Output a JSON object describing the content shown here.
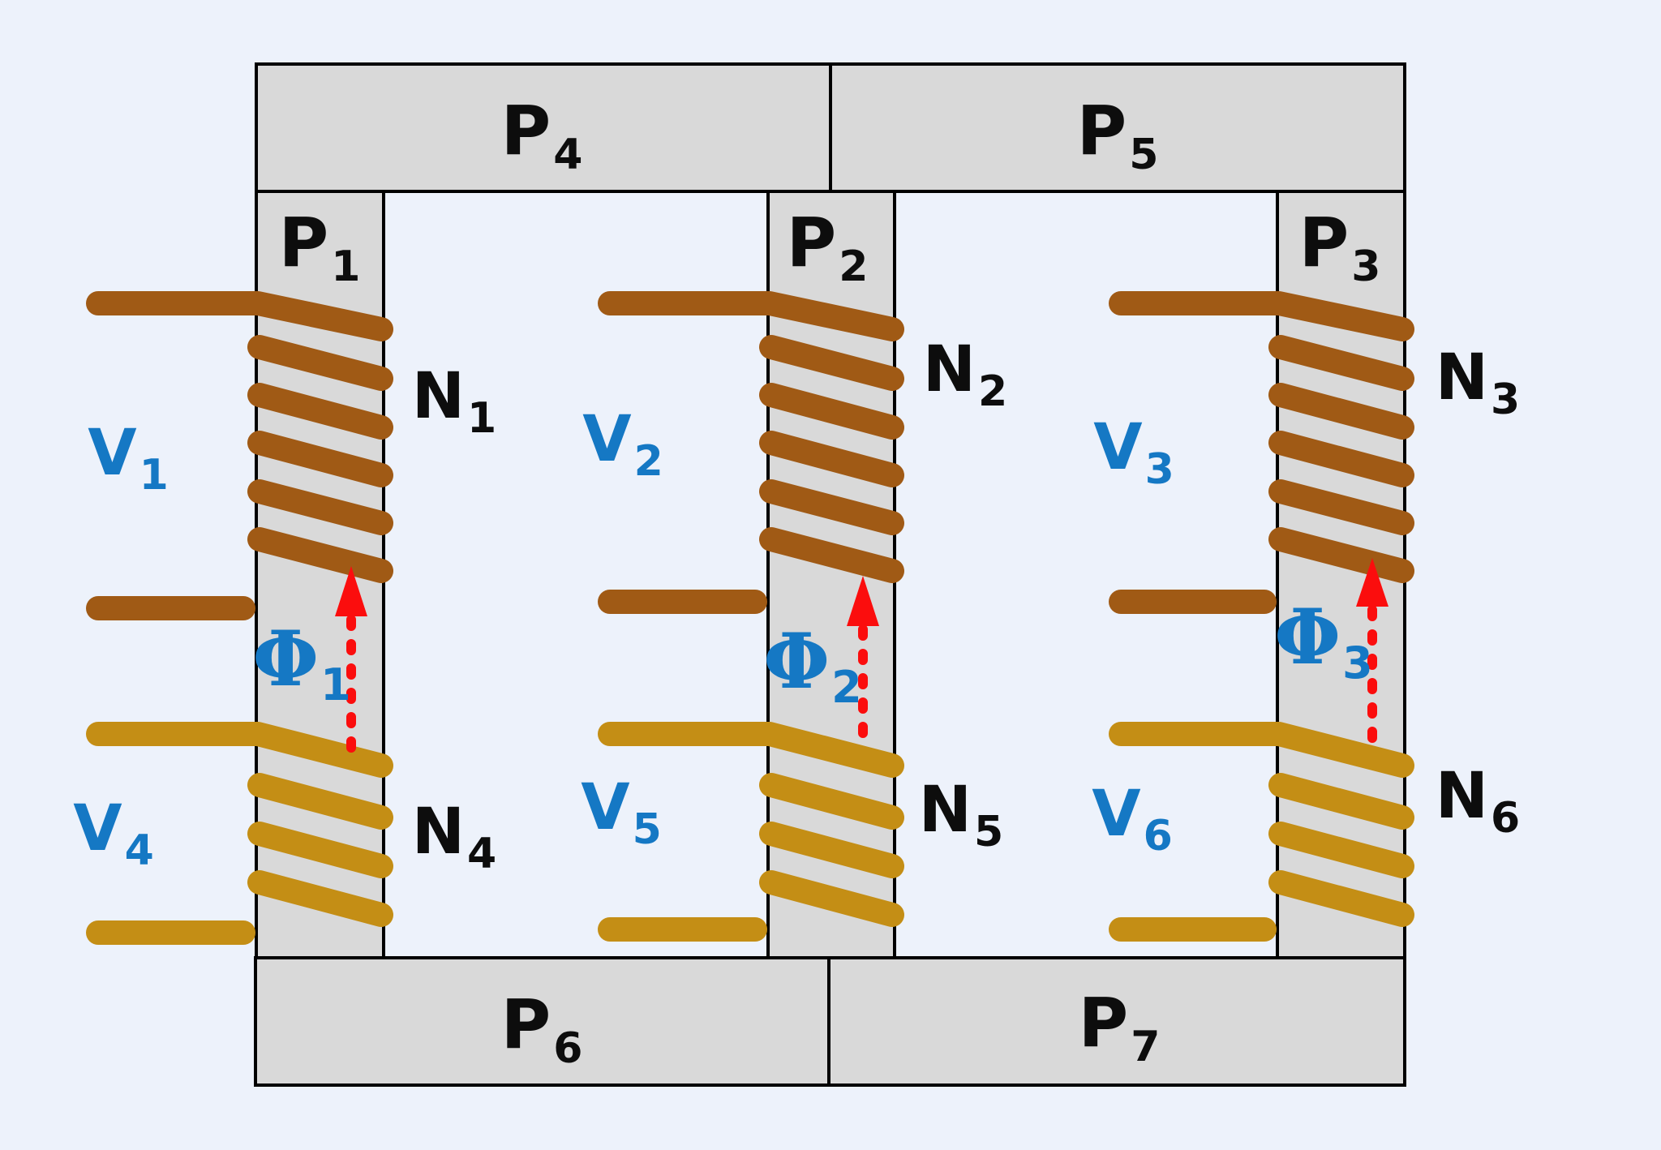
{
  "colors": {
    "background": "#EDF2FB",
    "core_fill": "#D9D9D9",
    "core_outline": "#000000",
    "primary_winding_brown": "#A05A15",
    "secondary_winding_gold": "#C48E15",
    "voltage_flux_label_blue": "#1578C4",
    "flux_arrow_red": "#FB0D0D",
    "part_label_black": "#0D0D0D"
  },
  "core_parts": {
    "P1": {
      "main": "P",
      "sub": "1"
    },
    "P2": {
      "main": "P",
      "sub": "2"
    },
    "P3": {
      "main": "P",
      "sub": "3"
    },
    "P4": {
      "main": "P",
      "sub": "4"
    },
    "P5": {
      "main": "P",
      "sub": "5"
    },
    "P6": {
      "main": "P",
      "sub": "6"
    },
    "P7": {
      "main": "P",
      "sub": "7"
    }
  },
  "primary_windings": {
    "N1": {
      "main": "N",
      "sub": "1"
    },
    "N2": {
      "main": "N",
      "sub": "2"
    },
    "N3": {
      "main": "N",
      "sub": "3"
    }
  },
  "secondary_windings": {
    "N4": {
      "main": "N",
      "sub": "4"
    },
    "N5": {
      "main": "N",
      "sub": "5"
    },
    "N6": {
      "main": "N",
      "sub": "6"
    }
  },
  "voltages": {
    "V1": {
      "main": "V",
      "sub": "1"
    },
    "V2": {
      "main": "V",
      "sub": "2"
    },
    "V3": {
      "main": "V",
      "sub": "3"
    },
    "V4": {
      "main": "V",
      "sub": "4"
    },
    "V5": {
      "main": "V",
      "sub": "5"
    },
    "V6": {
      "main": "V",
      "sub": "6"
    }
  },
  "flux_labels": {
    "PHI1": {
      "main": "Φ",
      "sub": "1"
    },
    "PHI2": {
      "main": "Φ",
      "sub": "2"
    },
    "PHI3": {
      "main": "Φ",
      "sub": "3"
    }
  }
}
